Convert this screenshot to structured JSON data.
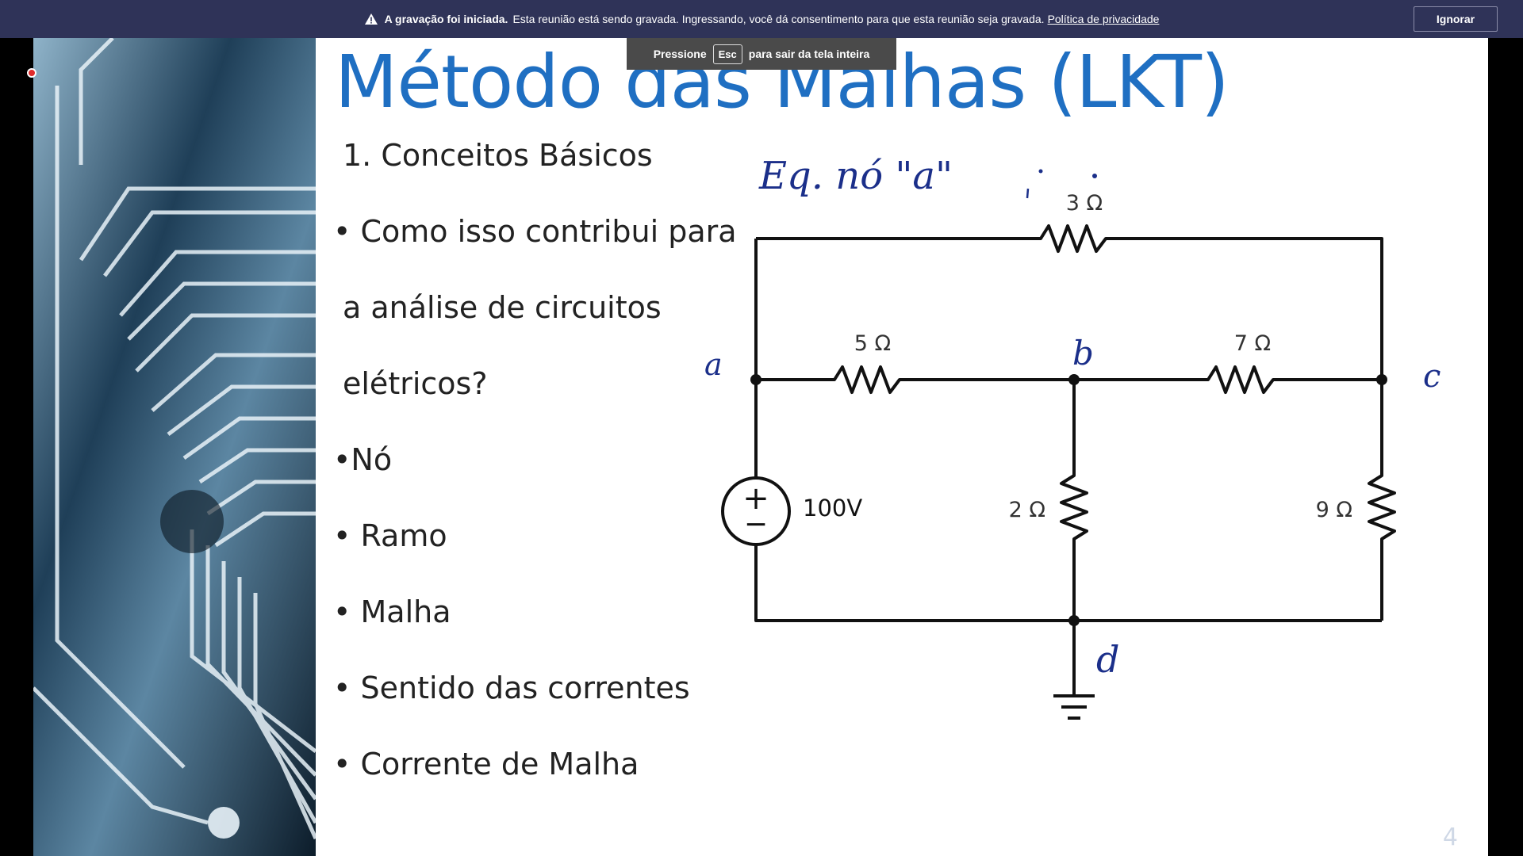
{
  "banner": {
    "bold": "A gravação foi iniciada.",
    "message": "Esta reunião está sendo gravada. Ingressando, você dá consentimento para que esta reunião seja gravada.",
    "link": "Política de privacidade",
    "ignore": "Ignorar",
    "icon": "warning-icon"
  },
  "esc_toast": {
    "before": "Pressione",
    "key": "Esc",
    "after": "para sair da tela inteira"
  },
  "slide": {
    "title": "Método das Malhas (LKT)",
    "heading": "1. Conceitos Básicos",
    "bullets": [
      "• Como isso contribui para",
      "a análise de circuitos",
      "elétricos?",
      "•Nó",
      "• Ramo",
      "• Malha",
      "• Sentido das correntes",
      "• Corrente de Malha"
    ],
    "page_number": "4"
  },
  "circuit": {
    "r_top": "3 Ω",
    "r_ab": "5 Ω",
    "r_bc": "7 Ω",
    "r_bd": "2 Ω",
    "r_cd": "9 Ω",
    "source": "100V",
    "source_plus": "+",
    "source_minus": "−"
  },
  "handwriting": {
    "note": "Eq. nó \"a\"",
    "node_a": "a",
    "node_b": "b",
    "node_c": "c",
    "node_d": "d"
  },
  "colors": {
    "banner": "#2f3358",
    "title": "#1f6fc2",
    "ink": "#1b2f8a"
  }
}
